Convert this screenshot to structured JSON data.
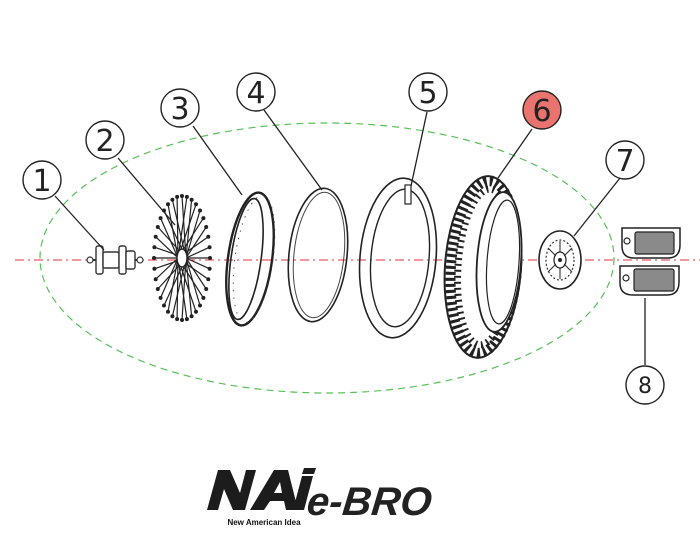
{
  "diagram": {
    "callouts": [
      {
        "label": "1",
        "part": "hub"
      },
      {
        "label": "2",
        "part": "spokes"
      },
      {
        "label": "3",
        "part": "rim"
      },
      {
        "label": "4",
        "part": "rim-strip"
      },
      {
        "label": "5",
        "part": "inner-tube"
      },
      {
        "label": "6",
        "part": "tire",
        "highlighted": true
      },
      {
        "label": "7",
        "part": "brake-rotor"
      },
      {
        "label": "8",
        "part": "brake-pads"
      }
    ],
    "colors": {
      "highlight": "#e8736f",
      "centerline": "#e0303a",
      "group_outline": "#58c058",
      "ink": "#222222"
    }
  },
  "brand": {
    "logo_mark": "NAI",
    "tagline": "New American Idea",
    "product_logo": "e-BRO"
  }
}
